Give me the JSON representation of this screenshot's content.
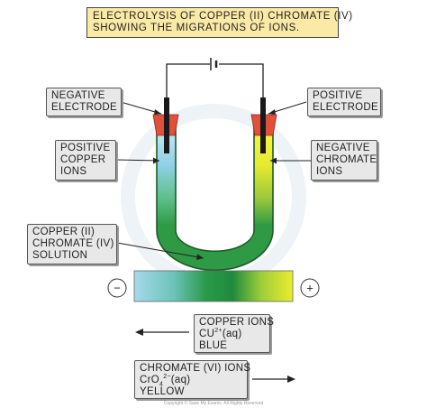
{
  "title": {
    "line1": "ELECTROLYSIS OF COPPER (II) CHROMATE (IV)",
    "line2": "SHOWING THE MIGRATIONS OF IONS."
  },
  "labels": {
    "negative_electrode": [
      "NEGATIVE",
      "ELECTRODE"
    ],
    "positive_electrode": [
      "POSITIVE",
      "ELECTRODE"
    ],
    "positive_copper_ions": [
      "POSITIVE",
      "COPPER",
      "IONS"
    ],
    "negative_chromate_ions": [
      "NEGATIVE",
      "CHROMATE",
      "IONS"
    ],
    "solution": [
      "COPPER (II)",
      "CHROMATE (IV)",
      "SOLUTION"
    ]
  },
  "scale": {
    "minus_sign": "−",
    "plus_sign": "+",
    "colors": [
      "#9dd4e8",
      "#3fae5c",
      "#1f8a3d",
      "#e8e82a"
    ]
  },
  "copper_box": {
    "line1": "COPPER IONS",
    "formula_base": "CU",
    "formula_sup": "2+",
    "formula_state": "(aq)",
    "line3": "BLUE"
  },
  "chromate_box": {
    "line1": "CHROMATE (VI) IONS",
    "formula_a": "CrO",
    "formula_sub": "4",
    "formula_sup": "2−",
    "formula_state": "(aq)",
    "line3": "YELLOW"
  },
  "copyright": "Copyright © Save My Exams. All Rights Reserved",
  "colors": {
    "title_bg": "#fbeaa6",
    "electrode": "#1a1a1a",
    "stopper": "#e0503a",
    "solution_green": "#2f9a45",
    "blue_ions": "#a8dcef",
    "yellow_ions": "#f0ef3a"
  }
}
